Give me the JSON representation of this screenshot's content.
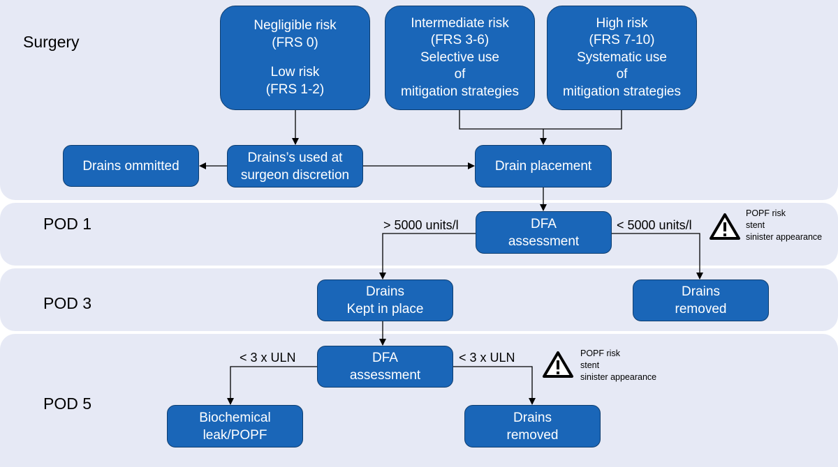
{
  "phases": {
    "surgery": "Surgery",
    "pod1": "POD 1",
    "pod3": "POD 3",
    "pod5": "POD 5"
  },
  "boxes": {
    "negligible": {
      "line1": "Negligible risk",
      "line2": "(FRS 0)",
      "line3": "Low risk",
      "line4": "(FRS 1-2)"
    },
    "intermediate": {
      "line1": "Intermediate risk",
      "line2": "(FRS 3-6)",
      "line3": "Selective use",
      "line4": "of",
      "line5": "mitigation strategies"
    },
    "high": {
      "line1": "High risk",
      "line2": "(FRS 7-10)",
      "line3": "Systematic use",
      "line4": "of",
      "line5": "mitigation strategies"
    },
    "drains_omitted": "Drains ommitted",
    "drains_discretion": {
      "line1": "Drains’s used at",
      "line2": "surgeon discretion"
    },
    "drain_placement": "Drain placement",
    "dfa1": {
      "line1": "DFA",
      "line2": "assessment"
    },
    "drains_kept": {
      "line1": "Drains",
      "line2": "Kept in place"
    },
    "drains_removed_3": {
      "line1": "Drains",
      "line2": "removed"
    },
    "dfa5": {
      "line1": "DFA",
      "line2": "assessment"
    },
    "biochemical": {
      "line1": "Biochemical",
      "line2": "leak/POPF"
    },
    "drains_removed_5": {
      "line1": "Drains",
      "line2": "removed"
    }
  },
  "labels": {
    "gt5000": "> 5000 units/l",
    "lt5000": "< 5000 units/l",
    "lt3uln_left": "< 3 x ULN",
    "lt3uln_right": "< 3 x ULN"
  },
  "warnings": {
    "pod1": {
      "line1": "POPF risk",
      "line2": "stent",
      "line3": "sinister appearance"
    },
    "pod5": {
      "line1": "POPF risk",
      "line2": "stent",
      "line3": "sinister appearance"
    }
  },
  "colors": {
    "band": "#e6e9f5",
    "box_fill": "#1a66b8",
    "box_border": "#0d3d70"
  }
}
